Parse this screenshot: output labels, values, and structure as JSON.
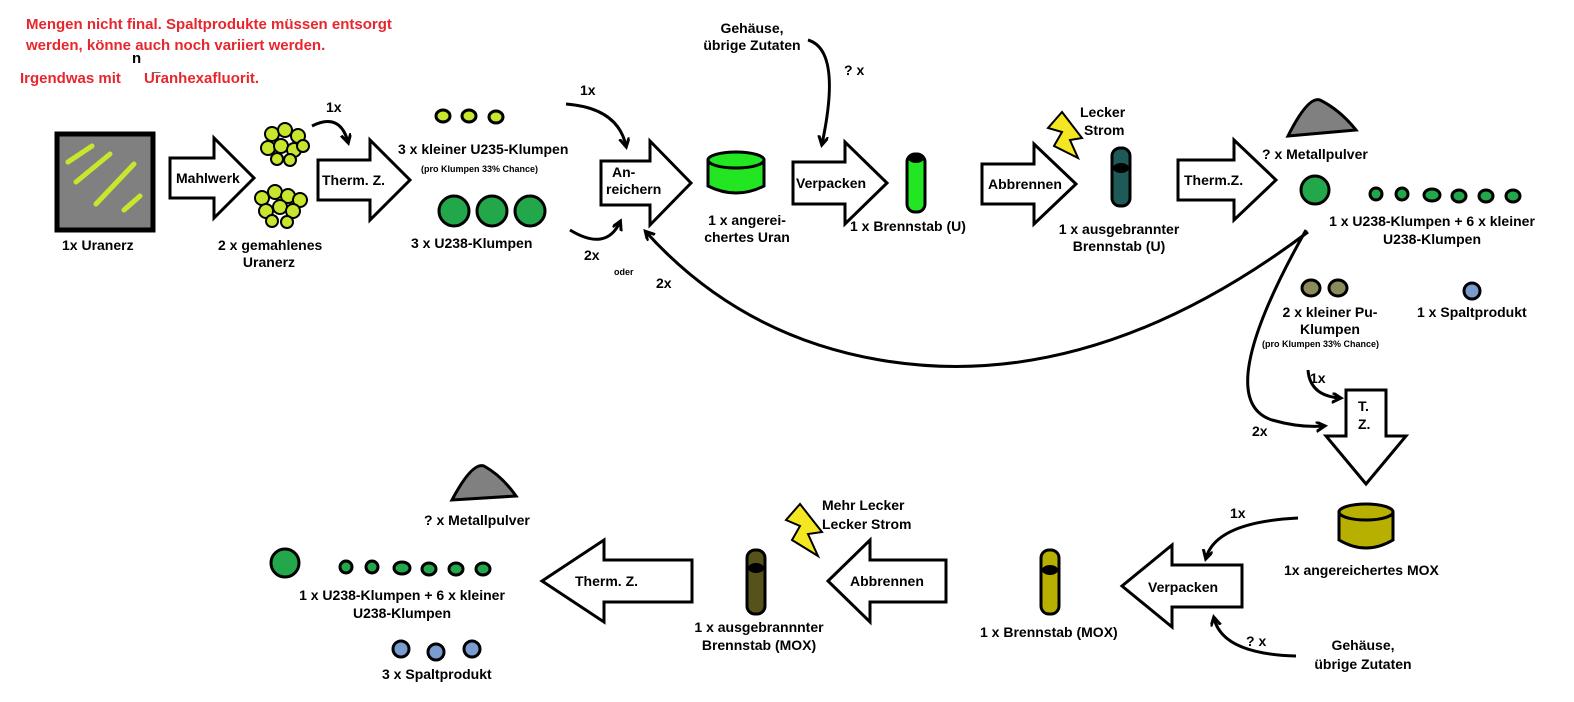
{
  "notes": {
    "line1": "Mengen nicht final. Spaltprodukte müssen entsorgt",
    "line2": "werden, könne auch noch variiert werden.",
    "line3_a": "Irgendwas mit",
    "line3_n": "n",
    "line3_dash": "_",
    "line3_b": "Uranhexafluorit."
  },
  "top": {
    "uranerz": "1x Uranerz",
    "mahlwerk": "Mahlwerk",
    "gemahlen_1": "2 x gemahlenes",
    "gemahlen_2": "Uranerz",
    "count_1x_a": "1x",
    "therm_z": "Therm. Z.",
    "u235_label": "3 x kleiner U235-Klumpen",
    "u235_note": "(pro Klumpen 33% Chance)",
    "u238_label": "3 x U238-Klumpen",
    "count_1x_b": "1x",
    "count_2x_a": "2x",
    "oder": "oder",
    "anreichern_1": "An-",
    "anreichern_2": "reichern",
    "angereichert_1": "1 x angerei-",
    "angereichert_2": "chertes Uran",
    "gehaeuse_1": "Gehäuse,",
    "gehaeuse_2": "übrige Zutaten",
    "q_x": "? x",
    "verpacken": "Verpacken",
    "brennstab_u": "1 x Brennstab (U)",
    "lecker_1": "Lecker",
    "lecker_2": "Strom",
    "abbrennen": "Abbrennen",
    "ausgebrannt_1": "1 x ausgebrannter",
    "ausgebrannt_2": "Brennstab (U)",
    "therm_z2": "Therm.Z.",
    "metallpulver": "? x Metallpulver",
    "u238_mix_1": "1 x U238-Klumpen + 6 x kleiner",
    "u238_mix_2": "U238-Klumpen",
    "count_2x_b": "2x",
    "pu_1": "2 x kleiner Pu-",
    "pu_2": "Klumpen",
    "pu_note": "(pro Klumpen 33% Chance)",
    "spalt_1": "1 x Spaltprodukt",
    "count_1x_c": "1x",
    "count_2x_c": "2x",
    "tz_1": "T.",
    "tz_2": "Z."
  },
  "bottom": {
    "mox": "1x angereichertes MOX",
    "count_1x": "1x",
    "verpacken": "Verpacken",
    "q_x": "? x",
    "gehaeuse_1": "Gehäuse,",
    "gehaeuse_2": "übrige Zutaten",
    "brennstab_mox": "1 x Brennstab (MOX)",
    "mehr_1": "Mehr Lecker",
    "mehr_2": "Lecker Strom",
    "abbrennen": "Abbrennen",
    "ausgebrannt_1": "1 x ausgebrannnter",
    "ausgebrannt_2": "Brennstab (MOX)",
    "therm_z": "Therm. Z.",
    "metallpulver": "? x Metallpulver",
    "u238_mix_1": "1 x U238-Klumpen + 6 x kleiner",
    "u238_mix_2": "U238-Klumpen",
    "spalt_3": "3 x Spaltprodukt"
  },
  "colors": {
    "note_red": "#e8262d",
    "ore_green": "#c8e62e",
    "u238_green": "#22a84a",
    "uran_bright": "#22e622",
    "spent_teal": "#1e5a58",
    "mox_olive": "#b8b000",
    "spent_olive": "#55521a",
    "pu_olive": "#8a8a5a",
    "spalt_blue": "#7a9bd0",
    "powder_grey": "#808080",
    "bolt_yellow": "#f5e622"
  }
}
